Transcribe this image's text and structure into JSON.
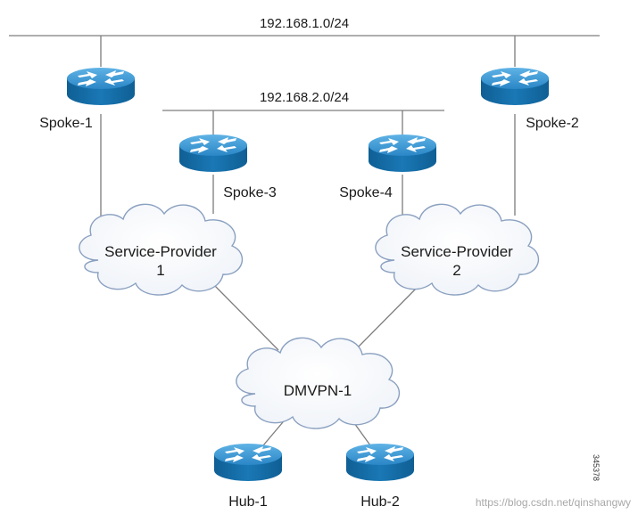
{
  "networks": {
    "lan1": "192.168.1.0/24",
    "lan2": "192.168.2.0/24"
  },
  "routers": {
    "spoke1": "Spoke-1",
    "spoke2": "Spoke-2",
    "spoke3": "Spoke-3",
    "spoke4": "Spoke-4",
    "hub1": "Hub-1",
    "hub2": "Hub-2"
  },
  "clouds": {
    "sp1_line1": "Service-Provider",
    "sp1_line2": "1",
    "sp2_line1": "Service-Provider",
    "sp2_line2": "2",
    "dmvpn": "DMVPN-1"
  },
  "figure_id": "345378",
  "watermark": "https://blog.csdn.net/qinshangwy",
  "colors": {
    "router_body": "#1a78b5",
    "router_top": "#3b9ad6",
    "line": "#7d7d7d",
    "cloud_stroke": "#8aa0c0"
  }
}
